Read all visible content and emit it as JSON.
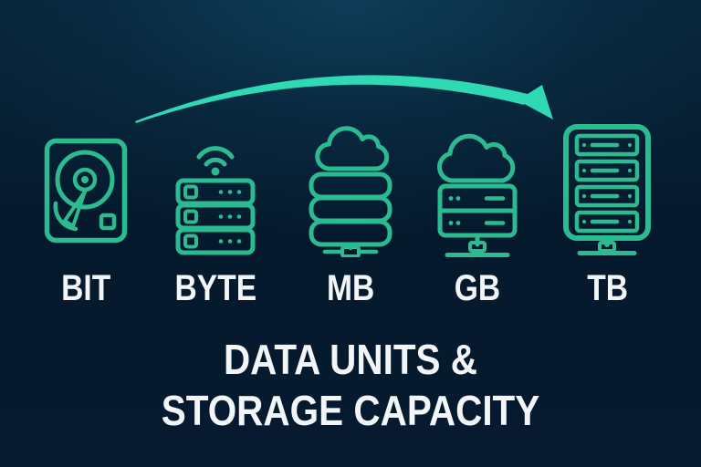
{
  "title": {
    "line1": "DATA UNITS &",
    "line2": "STORAGE CAPACITY"
  },
  "units": [
    {
      "label": "BIT",
      "icon": "hard-drive-icon"
    },
    {
      "label": "BYTE",
      "icon": "wifi-server-icon"
    },
    {
      "label": "MB",
      "icon": "cloud-database-icon"
    },
    {
      "label": "GB",
      "icon": "cloud-server-icon"
    },
    {
      "label": "TB",
      "icon": "server-rack-icon"
    }
  ],
  "arrow": {
    "icon": "growth-arrow-icon",
    "direction": "left-to-right"
  },
  "colors": {
    "icon_stroke": "#2cbb91",
    "arrow_color": "#2fd9b4",
    "label_text": "#f3f6f8",
    "title_text": "#f3f6f8",
    "background_top": "#0a3350",
    "background_edge": "#05192c"
  }
}
